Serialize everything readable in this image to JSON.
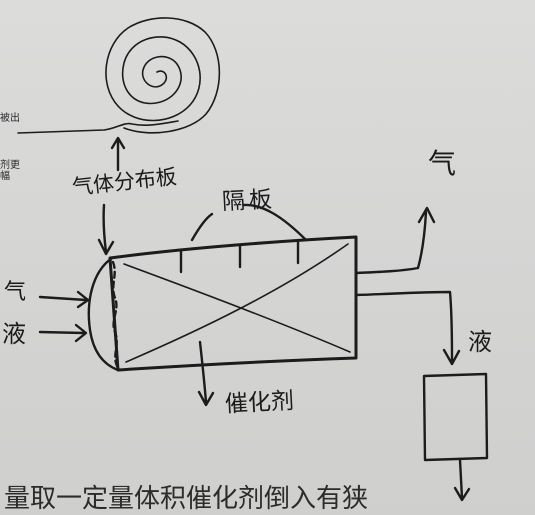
{
  "labels": {
    "gas_distribution_plate": "气体分布板",
    "baffle": "隔板",
    "gas_in": "气",
    "liquid_in": "液",
    "gas_out": "气",
    "liquid_out": "液",
    "catalyst": "催化剂"
  },
  "printed_margin": {
    "line_1": "被出",
    "line_2": "剂更",
    "line_3": "幅"
  },
  "printed_bottom": "量取一定量体积催化剂倒入有狭"
}
